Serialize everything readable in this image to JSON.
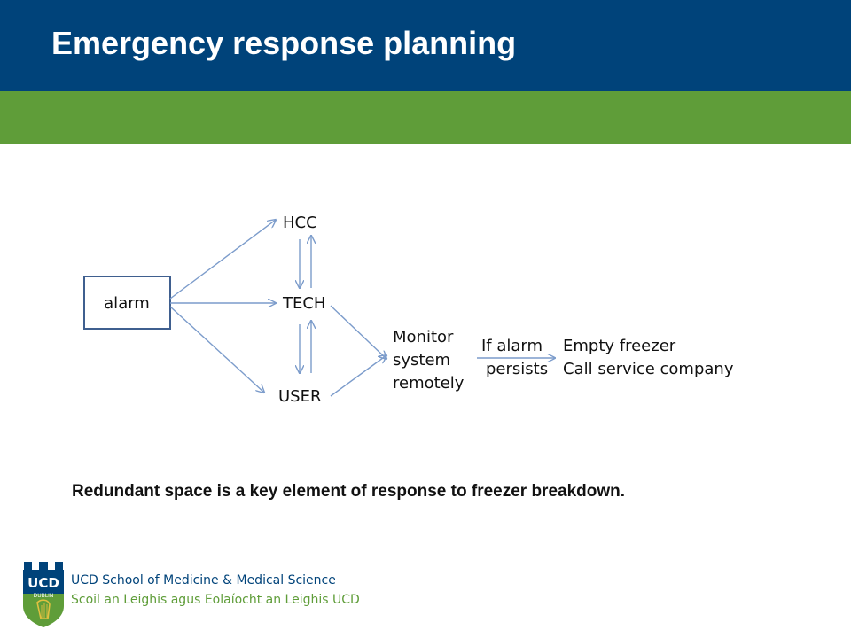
{
  "header": {
    "title": "Emergency response planning"
  },
  "diagram": {
    "nodes": {
      "alarm": "alarm",
      "hcc": "HCC",
      "tech": "TECH",
      "user": "USER",
      "monitor": [
        "Monitor",
        "system",
        "remotely"
      ],
      "if_alarm": [
        "If alarm",
        "persists"
      ],
      "actions": [
        "Empty freezer",
        "Call service company"
      ]
    }
  },
  "caption": "Redundant space is a key element of response to freezer breakdown.",
  "footer": {
    "logo_text": [
      "UCD",
      "DUBLIN"
    ],
    "line1": "UCD School of Medicine & Medical Science",
    "line2": "Scoil an Leighis agus Eolaíocht an Leighis UCD"
  },
  "colors": {
    "header_blue": "#00437a",
    "band_green": "#5f9d39",
    "arrow_blue": "#7c9ccb"
  }
}
